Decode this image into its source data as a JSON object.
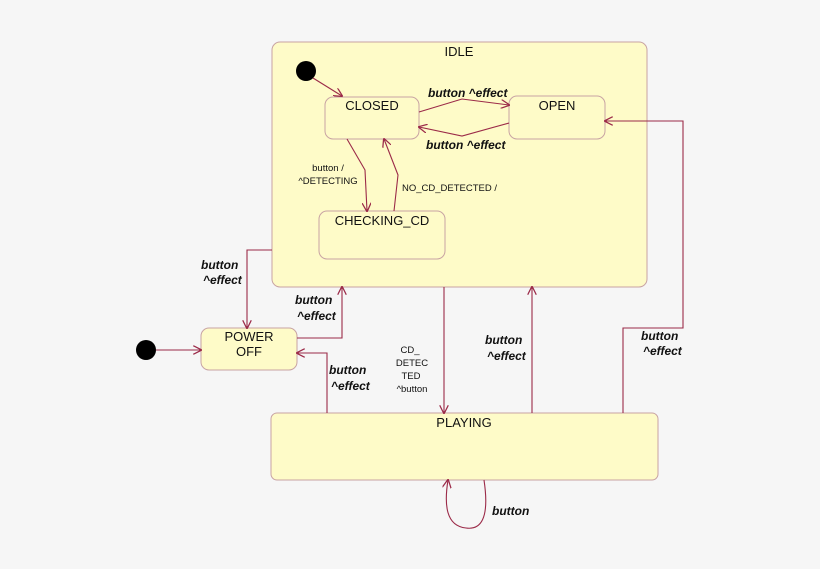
{
  "colors": {
    "state_fill": "#fefbc8",
    "state_stroke": "#c8a3a3",
    "arrow": "#9b2a48",
    "initial_dot": "#000000"
  },
  "states": {
    "idle": "IDLE",
    "closed": "CLOSED",
    "open": "OPEN",
    "checking_cd": "CHECKING_CD",
    "power_off_line1": "POWER",
    "power_off_line2": "OFF",
    "playing": "PLAYING"
  },
  "transitions": {
    "closed_to_open": "button ^effect",
    "open_to_closed": "button ^effect",
    "closed_to_checking_line1": "button /",
    "closed_to_checking_line2": "^DETECTING",
    "checking_to_closed": "NO_CD_DETECTED /",
    "idle_to_poweroff_line1": "button",
    "idle_to_poweroff_line2": "^effect",
    "poweroff_to_idle_line1": "button",
    "poweroff_to_idle_line2": "^effect",
    "playing_to_poweroff_line1": "button",
    "playing_to_poweroff_line2": "^effect",
    "idle_to_playing_line1": "CD_",
    "idle_to_playing_line2": "DETEC",
    "idle_to_playing_line3": "TED",
    "idle_to_playing_line4": "^button",
    "playing_to_idle_line1": "button",
    "playing_to_idle_line2": "^effect",
    "playing_to_open_line1": "button",
    "playing_to_open_line2": "^effect",
    "playing_self": "button"
  }
}
